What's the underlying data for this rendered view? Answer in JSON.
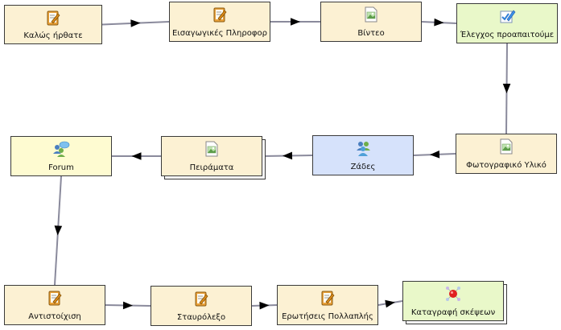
{
  "sequence": {
    "nodes": [
      {
        "id": "welcome",
        "label": "Καλώς ήρθατε",
        "icon": "notebook-pencil-icon",
        "type": "task",
        "color": "#fcf1d3"
      },
      {
        "id": "intro",
        "label": "Εισαγωγικές Πληροφορ",
        "icon": "notebook-pencil-icon",
        "type": "task",
        "color": "#fcf1d3"
      },
      {
        "id": "video",
        "label": "Βίντεο",
        "icon": "image-document-icon",
        "type": "task",
        "color": "#fcf1d3"
      },
      {
        "id": "prereq",
        "label": "Έλεγχος προαπαιτούμε",
        "icon": "checklist-pencil-icon",
        "type": "check",
        "color": "#e9f8c9"
      },
      {
        "id": "photos",
        "label": "Φωτογραφικό Υλικό",
        "icon": "image-document-icon",
        "type": "task",
        "color": "#fcf1d3"
      },
      {
        "id": "groups",
        "label": "Ζάδες",
        "icon": "group-users-icon",
        "type": "group",
        "color": "#d6e2fb"
      },
      {
        "id": "experiments",
        "label": "Πειράματα",
        "icon": "image-document-icon",
        "type": "task",
        "color": "#fcf1d3"
      },
      {
        "id": "forum",
        "label": "Forum",
        "icon": "forum-chat-icon",
        "type": "forum",
        "color": "#fefbd1"
      },
      {
        "id": "matching",
        "label": "Αντιστοίχιση",
        "icon": "notebook-pencil-icon",
        "type": "task",
        "color": "#fcf1d3"
      },
      {
        "id": "crossword",
        "label": "Σταυρόλεξο",
        "icon": "notebook-pencil-icon",
        "type": "task",
        "color": "#fcf1d3"
      },
      {
        "id": "mcq",
        "label": "Ερωτήσεις Πολλαπλής",
        "icon": "notebook-pencil-icon",
        "type": "task",
        "color": "#fcf1d3"
      },
      {
        "id": "mindmap",
        "label": "Καταγραφή σκέψεων",
        "icon": "mindmap-nodes-icon",
        "type": "mind",
        "color": "#e9f8c9"
      }
    ],
    "connections": [
      [
        "welcome",
        "intro"
      ],
      [
        "intro",
        "video"
      ],
      [
        "video",
        "prereq"
      ],
      [
        "prereq",
        "photos"
      ],
      [
        "photos",
        "groups"
      ],
      [
        "groups",
        "experiments"
      ],
      [
        "experiments",
        "forum"
      ],
      [
        "forum",
        "matching"
      ],
      [
        "matching",
        "crossword"
      ],
      [
        "crossword",
        "mcq"
      ],
      [
        "mcq",
        "mindmap"
      ]
    ],
    "colors": {
      "connector": "#8a8a9c",
      "arrowhead": "#000000",
      "border": "#3a3a3a"
    }
  }
}
